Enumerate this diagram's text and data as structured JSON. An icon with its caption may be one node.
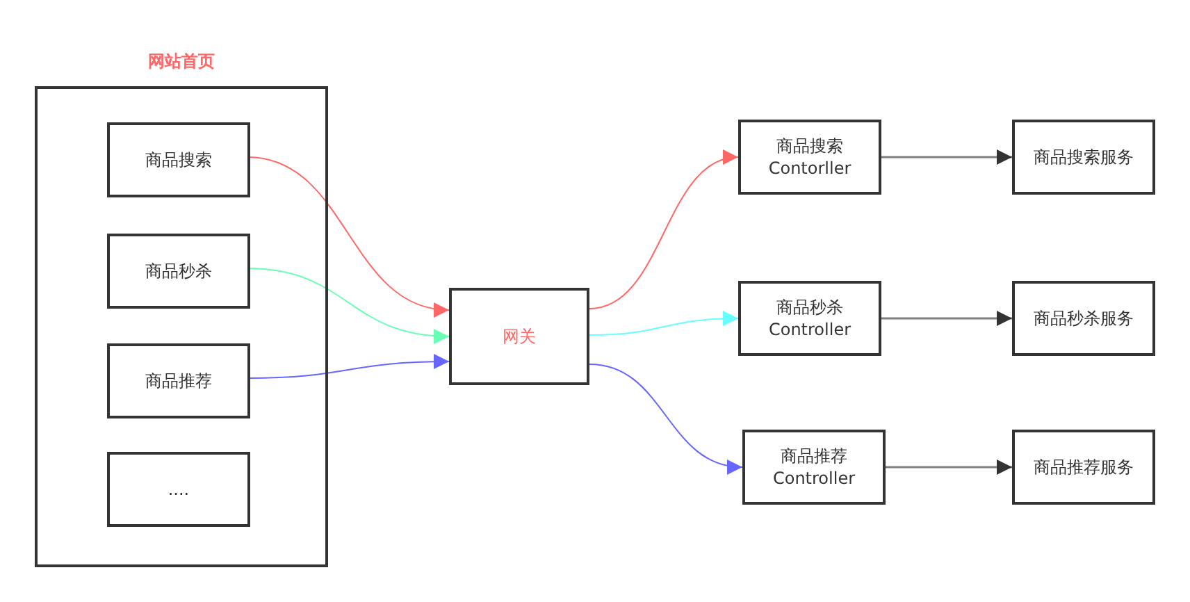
{
  "diagram": {
    "nodes": [
      {
        "text": [
          "网站首页"
        ]
      },
      {
        "text": [
          "商品搜索"
        ],
        "in": 0
      },
      {
        "text": [
          "商品秒杀"
        ],
        "in": 0
      },
      {
        "text": [
          "商品推荐"
        ],
        "in": 0
      },
      {
        "text": [
          "...."
        ],
        "in": 0
      },
      {
        "text": [
          "网关"
        ]
      },
      {
        "text": [
          "商品搜索 Contorller"
        ]
      },
      {
        "text": [
          "商品秒杀 Controller"
        ]
      },
      {
        "text": [
          "商品推荐 Controller"
        ]
      },
      {
        "text": [
          "商品搜索服务"
        ]
      },
      {
        "text": [
          "商品秒杀服务"
        ]
      },
      {
        "text": [
          "商品推荐服务"
        ]
      }
    ],
    "edges": [
      {
        "from": 1,
        "to": 5,
        "arrow": "to",
        "color": "#ff6666"
      },
      {
        "from": 2,
        "to": 5,
        "arrow": "to",
        "color": "#66ffb3"
      },
      {
        "from": 3,
        "to": 5,
        "arrow": "to",
        "color": "#6666ff"
      },
      {
        "from": 5,
        "to": 6,
        "arrow": "to",
        "color": "#ff6666"
      },
      {
        "from": 5,
        "to": 7,
        "arrow": "to",
        "color": "#66ffff"
      },
      {
        "from": 5,
        "to": 8,
        "arrow": "to",
        "color": "#6666ff"
      },
      {
        "from": 6,
        "to": 9,
        "arrow": "to"
      },
      {
        "from": 7,
        "to": 10,
        "arrow": "to"
      },
      {
        "from": 8,
        "to": 11,
        "arrow": "to"
      }
    ]
  }
}
